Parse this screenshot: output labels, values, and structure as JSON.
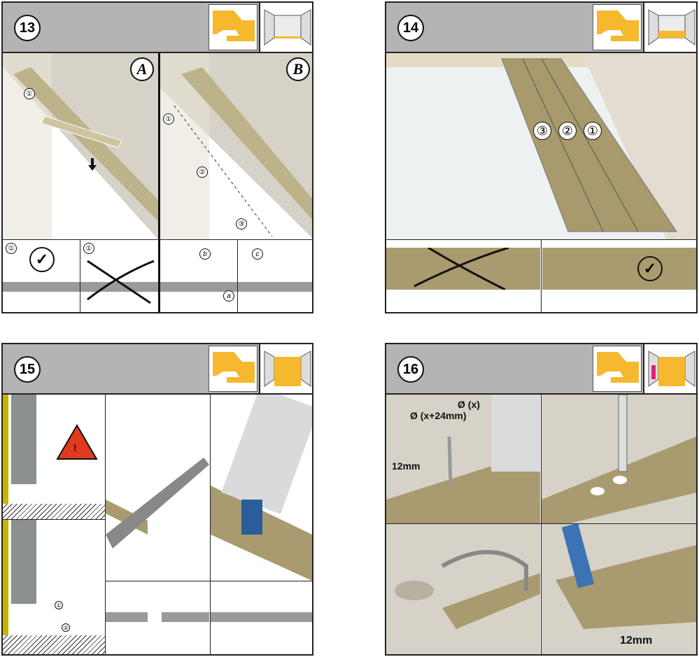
{
  "steps": [
    {
      "number": "13",
      "variants": {
        "a": "A",
        "b": "B"
      },
      "sub_steps": [
        "①",
        "②",
        "③"
      ],
      "insets": {
        "check_step": "①",
        "wrong_step": "①",
        "b_label": "b",
        "a_label": "a",
        "c_label": "c"
      },
      "check_mark": "✓"
    },
    {
      "number": "14",
      "rows": [
        "③",
        "②",
        "①"
      ],
      "check_mark": "✓"
    },
    {
      "number": "15",
      "warning": "!",
      "sub_steps": [
        "①",
        "②"
      ]
    },
    {
      "number": "16",
      "dims": {
        "hole_pipe": "Ø (x)",
        "hole_plank": "Ø (x+24mm)",
        "gap_top": "12mm",
        "gap_bottom": "12mm"
      }
    }
  ],
  "colors": {
    "header": "#b4b4b4",
    "accent": "#f5b82e",
    "wall": "#d6d2c8",
    "floor": "#a99b6f",
    "warning": "#e03a1e"
  }
}
